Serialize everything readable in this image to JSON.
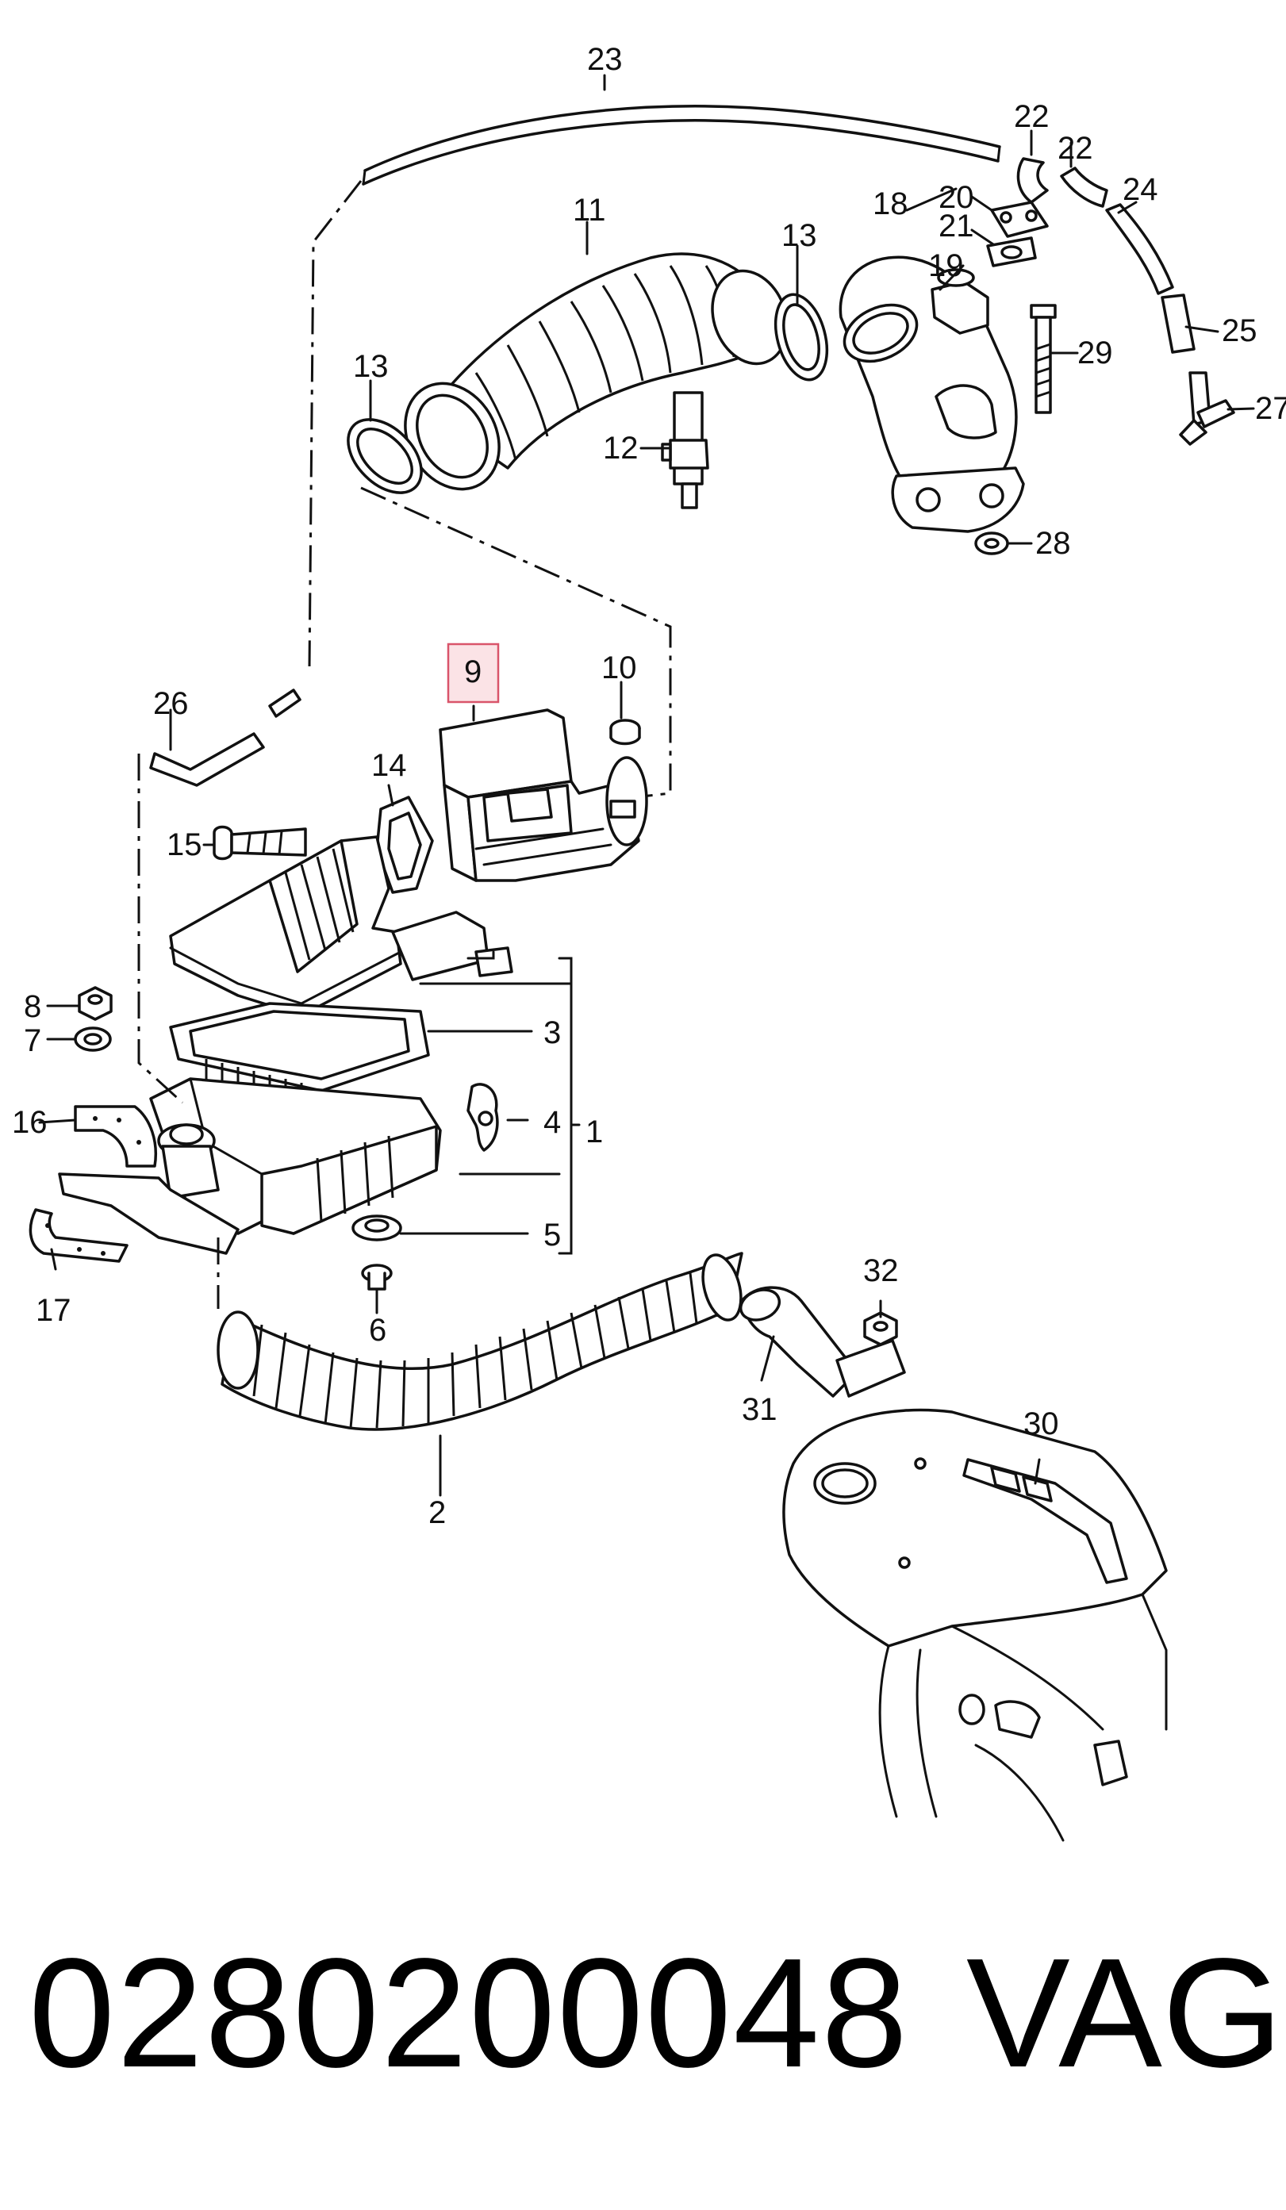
{
  "diagram": {
    "callouts": [
      {
        "id": "c23",
        "text": "23"
      },
      {
        "id": "c22a",
        "text": "22"
      },
      {
        "id": "c22b",
        "text": "22"
      },
      {
        "id": "c24",
        "text": "24"
      },
      {
        "id": "c18",
        "text": "18"
      },
      {
        "id": "c20",
        "text": "20"
      },
      {
        "id": "c21",
        "text": "21"
      },
      {
        "id": "c19",
        "text": "19"
      },
      {
        "id": "c11",
        "text": "11"
      },
      {
        "id": "c13a",
        "text": "13"
      },
      {
        "id": "c13b",
        "text": "13"
      },
      {
        "id": "c29",
        "text": "29"
      },
      {
        "id": "c25",
        "text": "25"
      },
      {
        "id": "c27",
        "text": "27"
      },
      {
        "id": "c12",
        "text": "12"
      },
      {
        "id": "c28",
        "text": "28"
      },
      {
        "id": "c9",
        "text": "9"
      },
      {
        "id": "c10",
        "text": "10"
      },
      {
        "id": "c26",
        "text": "26"
      },
      {
        "id": "c14",
        "text": "14"
      },
      {
        "id": "c15",
        "text": "15"
      },
      {
        "id": "c8",
        "text": "8"
      },
      {
        "id": "c7",
        "text": "7"
      },
      {
        "id": "c3",
        "text": "3"
      },
      {
        "id": "c16",
        "text": "16"
      },
      {
        "id": "c4",
        "text": "4"
      },
      {
        "id": "c1",
        "text": "1"
      },
      {
        "id": "c5",
        "text": "5"
      },
      {
        "id": "c17",
        "text": "17"
      },
      {
        "id": "c6",
        "text": "6"
      },
      {
        "id": "c32",
        "text": "32"
      },
      {
        "id": "c30",
        "text": "30"
      },
      {
        "id": "c31",
        "text": "31"
      },
      {
        "id": "c2",
        "text": "2"
      }
    ],
    "highlighted_part": "9"
  },
  "footer": {
    "part_number": "0280200048",
    "brand": "VAG"
  }
}
